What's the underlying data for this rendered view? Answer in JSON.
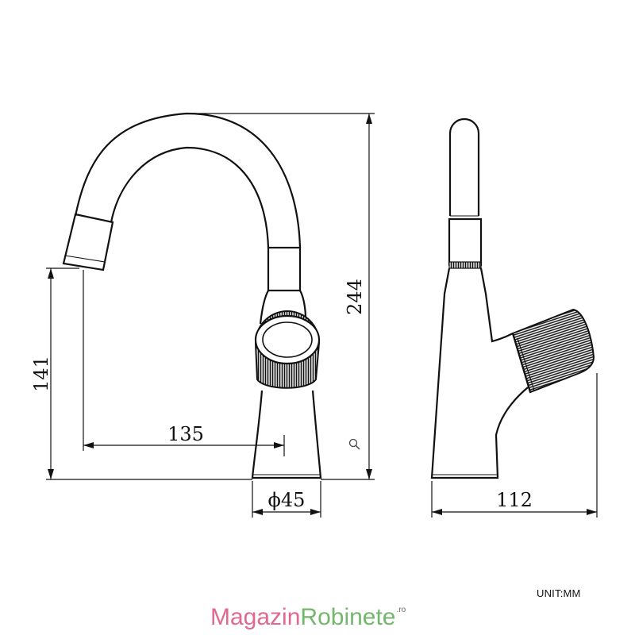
{
  "dimensions": {
    "height_total": "244",
    "spout_height": "141",
    "spout_reach": "135",
    "base_diameter": "ϕ45",
    "side_depth": "112"
  },
  "unit_label": "UNIT:MM",
  "brand": {
    "part1": "Magazin",
    "part2": "Robinete",
    "suffix": ".ro",
    "color1": "#e1688e",
    "color2": "#74b66c"
  },
  "icons": [
    "zoom-icon"
  ]
}
